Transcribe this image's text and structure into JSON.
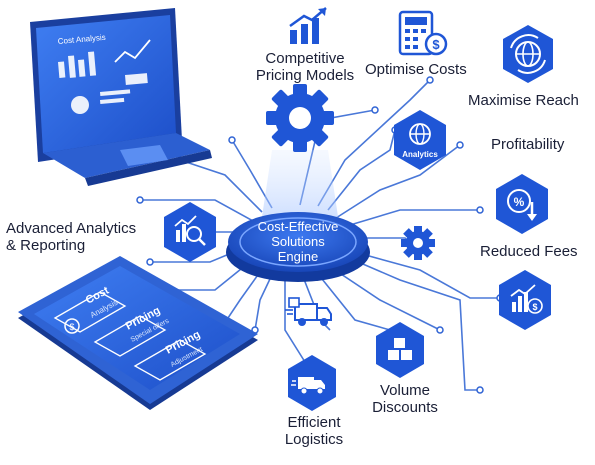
{
  "hub": {
    "line1": "Cost-Effective",
    "line2": "Solutions",
    "line3": "Engine"
  },
  "labels": {
    "competitive": [
      "Competitive",
      "Pricing Models"
    ],
    "optimise": "Optimise Costs",
    "maximise": "Maximise Reach",
    "profitability": "Profitability",
    "advanced": [
      "Advanced Analytics",
      "& Reporting"
    ],
    "reduced": "Reduced Fees",
    "volume": [
      "Volume",
      "Discounts"
    ],
    "logistics": [
      "Efficient",
      "Logistics"
    ],
    "analytics_badge": "Analytics"
  },
  "laptop": {
    "title": "Cost Analysis"
  },
  "tablet": {
    "row1_title": "Cost",
    "row1_sub": "Analysis",
    "row2_title": "Pricing",
    "row2_sub": "Special offers",
    "row3_title": "Pricing",
    "row3_sub": "Adjustment"
  },
  "colors": {
    "primary": "#1f56d6",
    "dark": "#123a9e",
    "light": "#dbe6fb",
    "line": "#4a78d8"
  },
  "icons": [
    "trend-up-icon",
    "calculator-icon",
    "globe-refresh-icon",
    "globe-icon",
    "percent-down-icon",
    "gear-icon",
    "chart-dollar-icon",
    "delivery-truck-icon",
    "boxes-icon",
    "truck-icon",
    "magnifier-chart-icon"
  ]
}
